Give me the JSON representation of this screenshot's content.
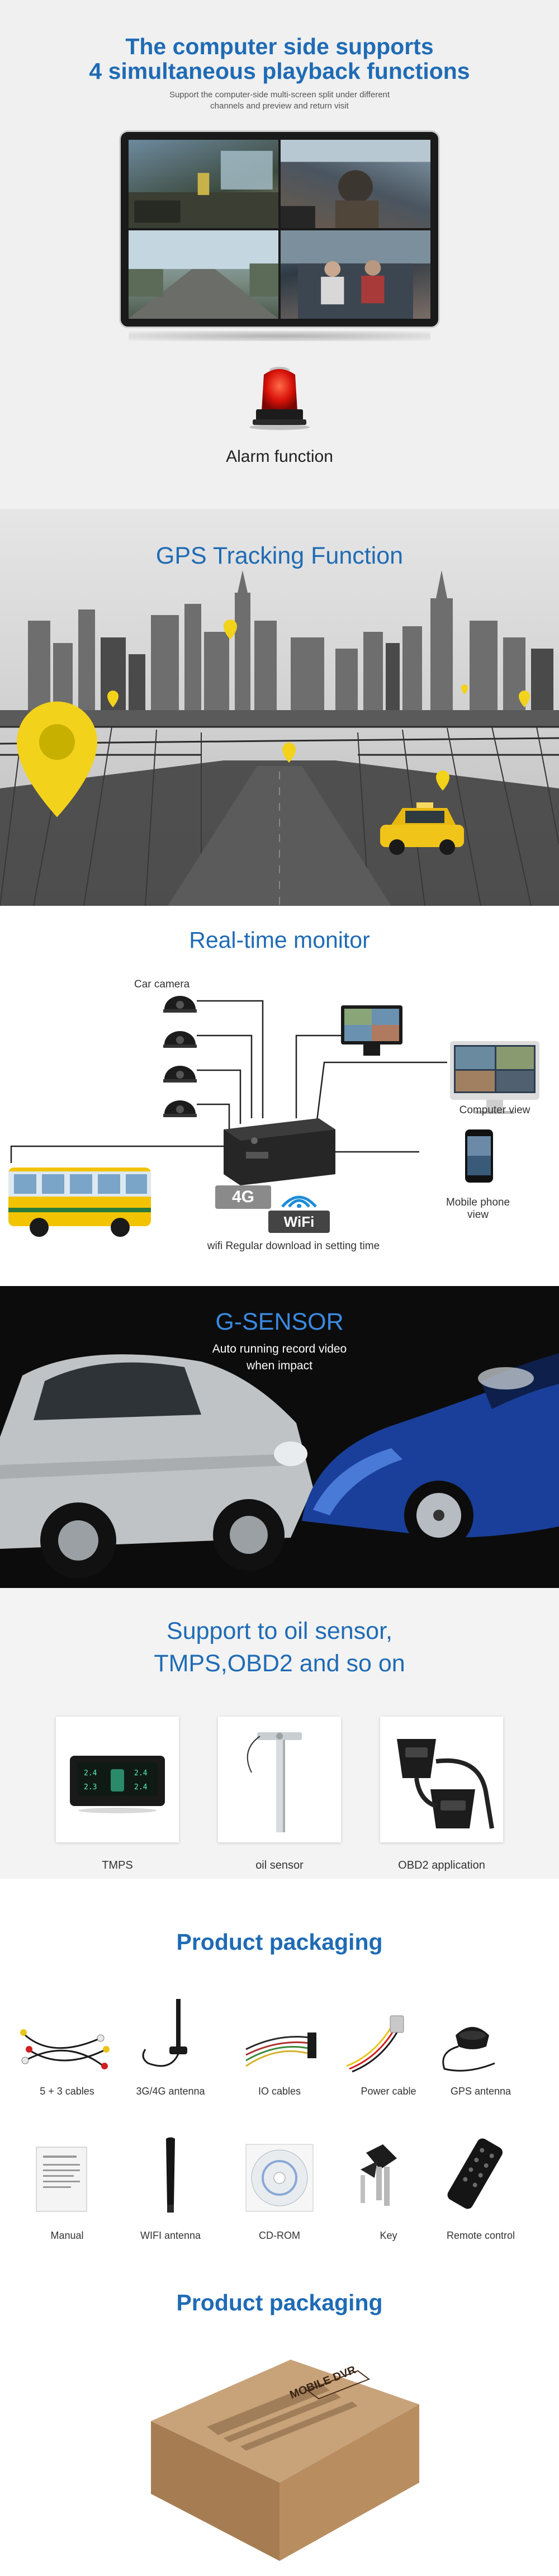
{
  "playback": {
    "title_line1": "The computer side supports",
    "title_line2": "4 simultaneous playback functions",
    "subtitle_line1": "Support the computer-side multi-screen split under different",
    "subtitle_line2": "channels and preview and return visit",
    "alarm_label": "Alarm function"
  },
  "gps": {
    "title": "GPS Tracking Function"
  },
  "realtime": {
    "title": "Real-time monitor",
    "car_camera": "Car camera",
    "computer_view": "Computer view",
    "mobile_view_line1": "Mobile phone",
    "mobile_view_line2": "view",
    "badge_4g": "4G",
    "badge_wifi": "WiFi",
    "wifi_note": "wifi Regular download in setting time"
  },
  "gsensor": {
    "title": "G-SENSOR",
    "subtitle_line1": "Auto running record video",
    "subtitle_line2": "when impact"
  },
  "sensors": {
    "title_line1": "Support to oil sensor,",
    "title_line2": "TMPS,OBD2  and so on",
    "items": [
      {
        "label": "TMPS"
      },
      {
        "label": "oil sensor"
      },
      {
        "label": "OBD2 application"
      }
    ]
  },
  "packaging": {
    "title": "Product  packaging",
    "title2": "Product  packaging",
    "row1": [
      {
        "label": "5 + 3 cables"
      },
      {
        "label": "3G/4G antenna"
      },
      {
        "label": "IO cables"
      },
      {
        "label": "Power cable"
      },
      {
        "label": "GPS antenna"
      }
    ],
    "row2": [
      {
        "label": "Manual"
      },
      {
        "label": "WIFI antenna"
      },
      {
        "label": "CD-ROM"
      },
      {
        "label": "Key"
      },
      {
        "label": "Remote control"
      }
    ],
    "box_brand": "MOBILE DVR"
  },
  "colors": {
    "title_blue": "#1f6bb5",
    "gsensor_blue": "#3a8be0",
    "pin_yellow": "#f2d21b",
    "taxi_yellow": "#f0c419",
    "bus_yellow": "#f2c300"
  }
}
